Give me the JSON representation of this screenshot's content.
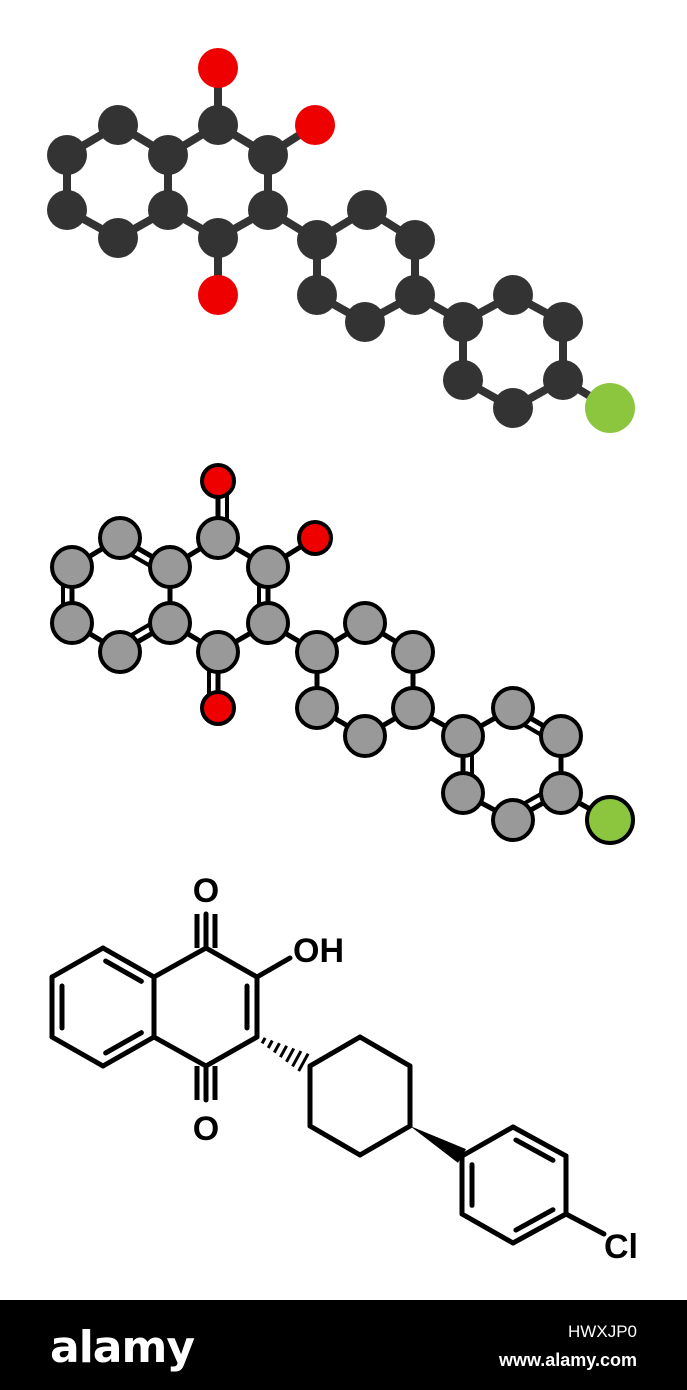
{
  "labels": {
    "oxygen_top": "O",
    "hydroxyl": "OH",
    "oxygen_bottom": "O",
    "chlorine": "Cl"
  },
  "footer": {
    "brand": "alamy",
    "image_id": "HWXJP0",
    "site": "www.alamy.com"
  },
  "colors": {
    "carbon_dark": "#333333",
    "carbon_grey": "#999999",
    "oxygen": "#ee0000",
    "chlorine": "#8cc63f",
    "bond": "#000000",
    "background": "#ffffff",
    "footer_bg": "#000000"
  }
}
